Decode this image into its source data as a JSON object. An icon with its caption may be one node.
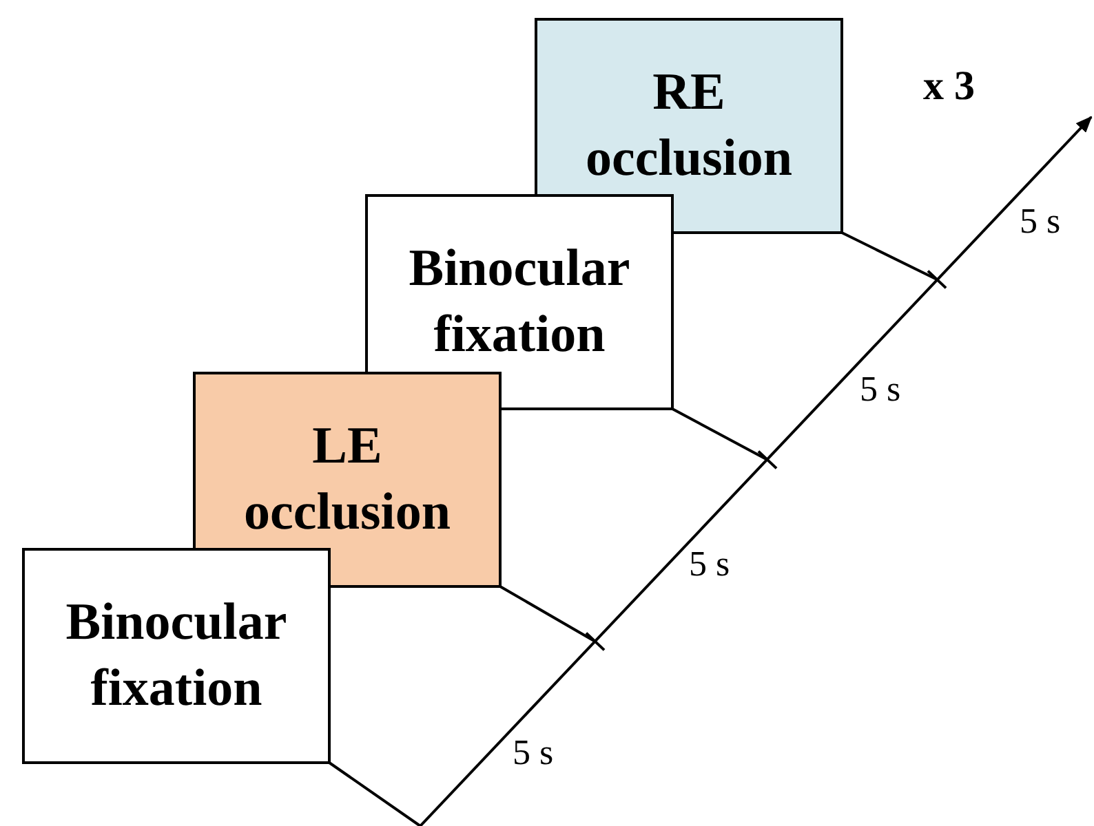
{
  "diagram": {
    "nodes": [
      {
        "text": [
          "RE occlusion"
        ]
      },
      {
        "text": [
          "Binocular fixation"
        ]
      },
      {
        "text": [
          "LE occlusion"
        ]
      },
      {
        "text": [
          "Binocular fixation"
        ]
      }
    ],
    "edges": [
      {
        "from": 0,
        "to": null,
        "arrow": "none"
      },
      {
        "from": 1,
        "to": null,
        "arrow": "none"
      },
      {
        "from": 2,
        "to": null,
        "arrow": "none"
      },
      {
        "from": 3,
        "to": null,
        "arrow": "none"
      }
    ],
    "labels": [
      "x 3",
      "5 s",
      "5 s",
      "5 s",
      "5 s"
    ]
  }
}
